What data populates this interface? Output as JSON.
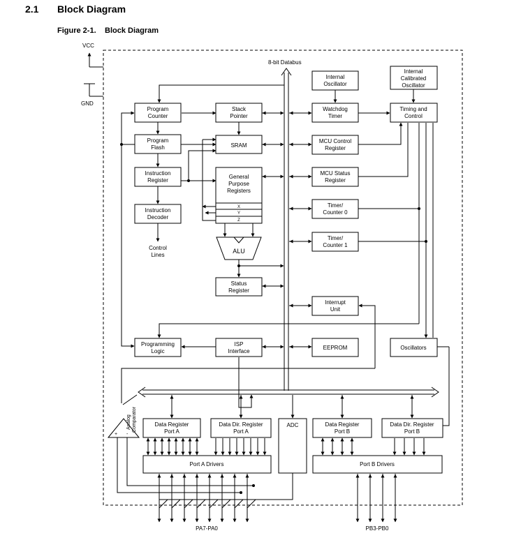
{
  "section": {
    "number": "2.1",
    "title": "Block Diagram"
  },
  "figure": {
    "number": "Figure 2-1.",
    "title": "Block Diagram"
  },
  "power": {
    "vcc": "VCC",
    "gnd": "GND"
  },
  "databus": "8-bit Databus",
  "blocks": {
    "program_counter": [
      "Program",
      "Counter"
    ],
    "stack_pointer": [
      "Stack",
      "Pointer"
    ],
    "program_flash": [
      "Program",
      "Flash"
    ],
    "sram": [
      "SRAM"
    ],
    "instruction_register": [
      "Instruction",
      "Register"
    ],
    "gp_registers": [
      "General",
      "Purpose",
      "Registers"
    ],
    "reg_x": "X",
    "reg_y": "Y",
    "reg_z": "Z",
    "instruction_decoder": [
      "Instruction",
      "Decoder"
    ],
    "control_lines": [
      "Control",
      "Lines"
    ],
    "alu": "ALU",
    "status_register": [
      "Status",
      "Register"
    ],
    "internal_oscillator": [
      "Internal",
      "Oscillator"
    ],
    "internal_calibrated_oscillator": [
      "Internal",
      "Calibrated",
      "Oscillator"
    ],
    "watchdog_timer": [
      "Watchdog",
      "Timer"
    ],
    "timing_and_control": [
      "Timing and",
      "Control"
    ],
    "mcu_control_register": [
      "MCU Control",
      "Register"
    ],
    "mcu_status_register": [
      "MCU Status",
      "Register"
    ],
    "timer_counter_0": [
      "Timer/",
      "Counter 0"
    ],
    "timer_counter_1": [
      "Timer/",
      "Counter 1"
    ],
    "interrupt_unit": [
      "Interrupt",
      "Unit"
    ],
    "programming_logic": [
      "Programming",
      "Logic"
    ],
    "isp_interface": [
      "ISP",
      "Interface"
    ],
    "eeprom": [
      "EEPROM"
    ],
    "oscillators": [
      "Oscillators"
    ],
    "analog_comparator": [
      "Analog",
      "Comparator"
    ],
    "comparator_plus": "+",
    "comparator_minus": "-",
    "data_register_port_a": [
      "Data Register",
      "Port A"
    ],
    "data_dir_register_port_a": [
      "Data Dir. Register",
      "Port A"
    ],
    "adc": [
      "ADC"
    ],
    "data_register_port_b": [
      "Data Register",
      "Port B"
    ],
    "data_dir_register_port_b": [
      "Data Dir. Register",
      "Port B"
    ],
    "port_a_drivers": [
      "Port A Drivers"
    ],
    "port_b_drivers": [
      "Port B Drivers"
    ]
  },
  "pins": {
    "port_a": "PA7-PA0",
    "port_b": "PB3-PB0"
  }
}
